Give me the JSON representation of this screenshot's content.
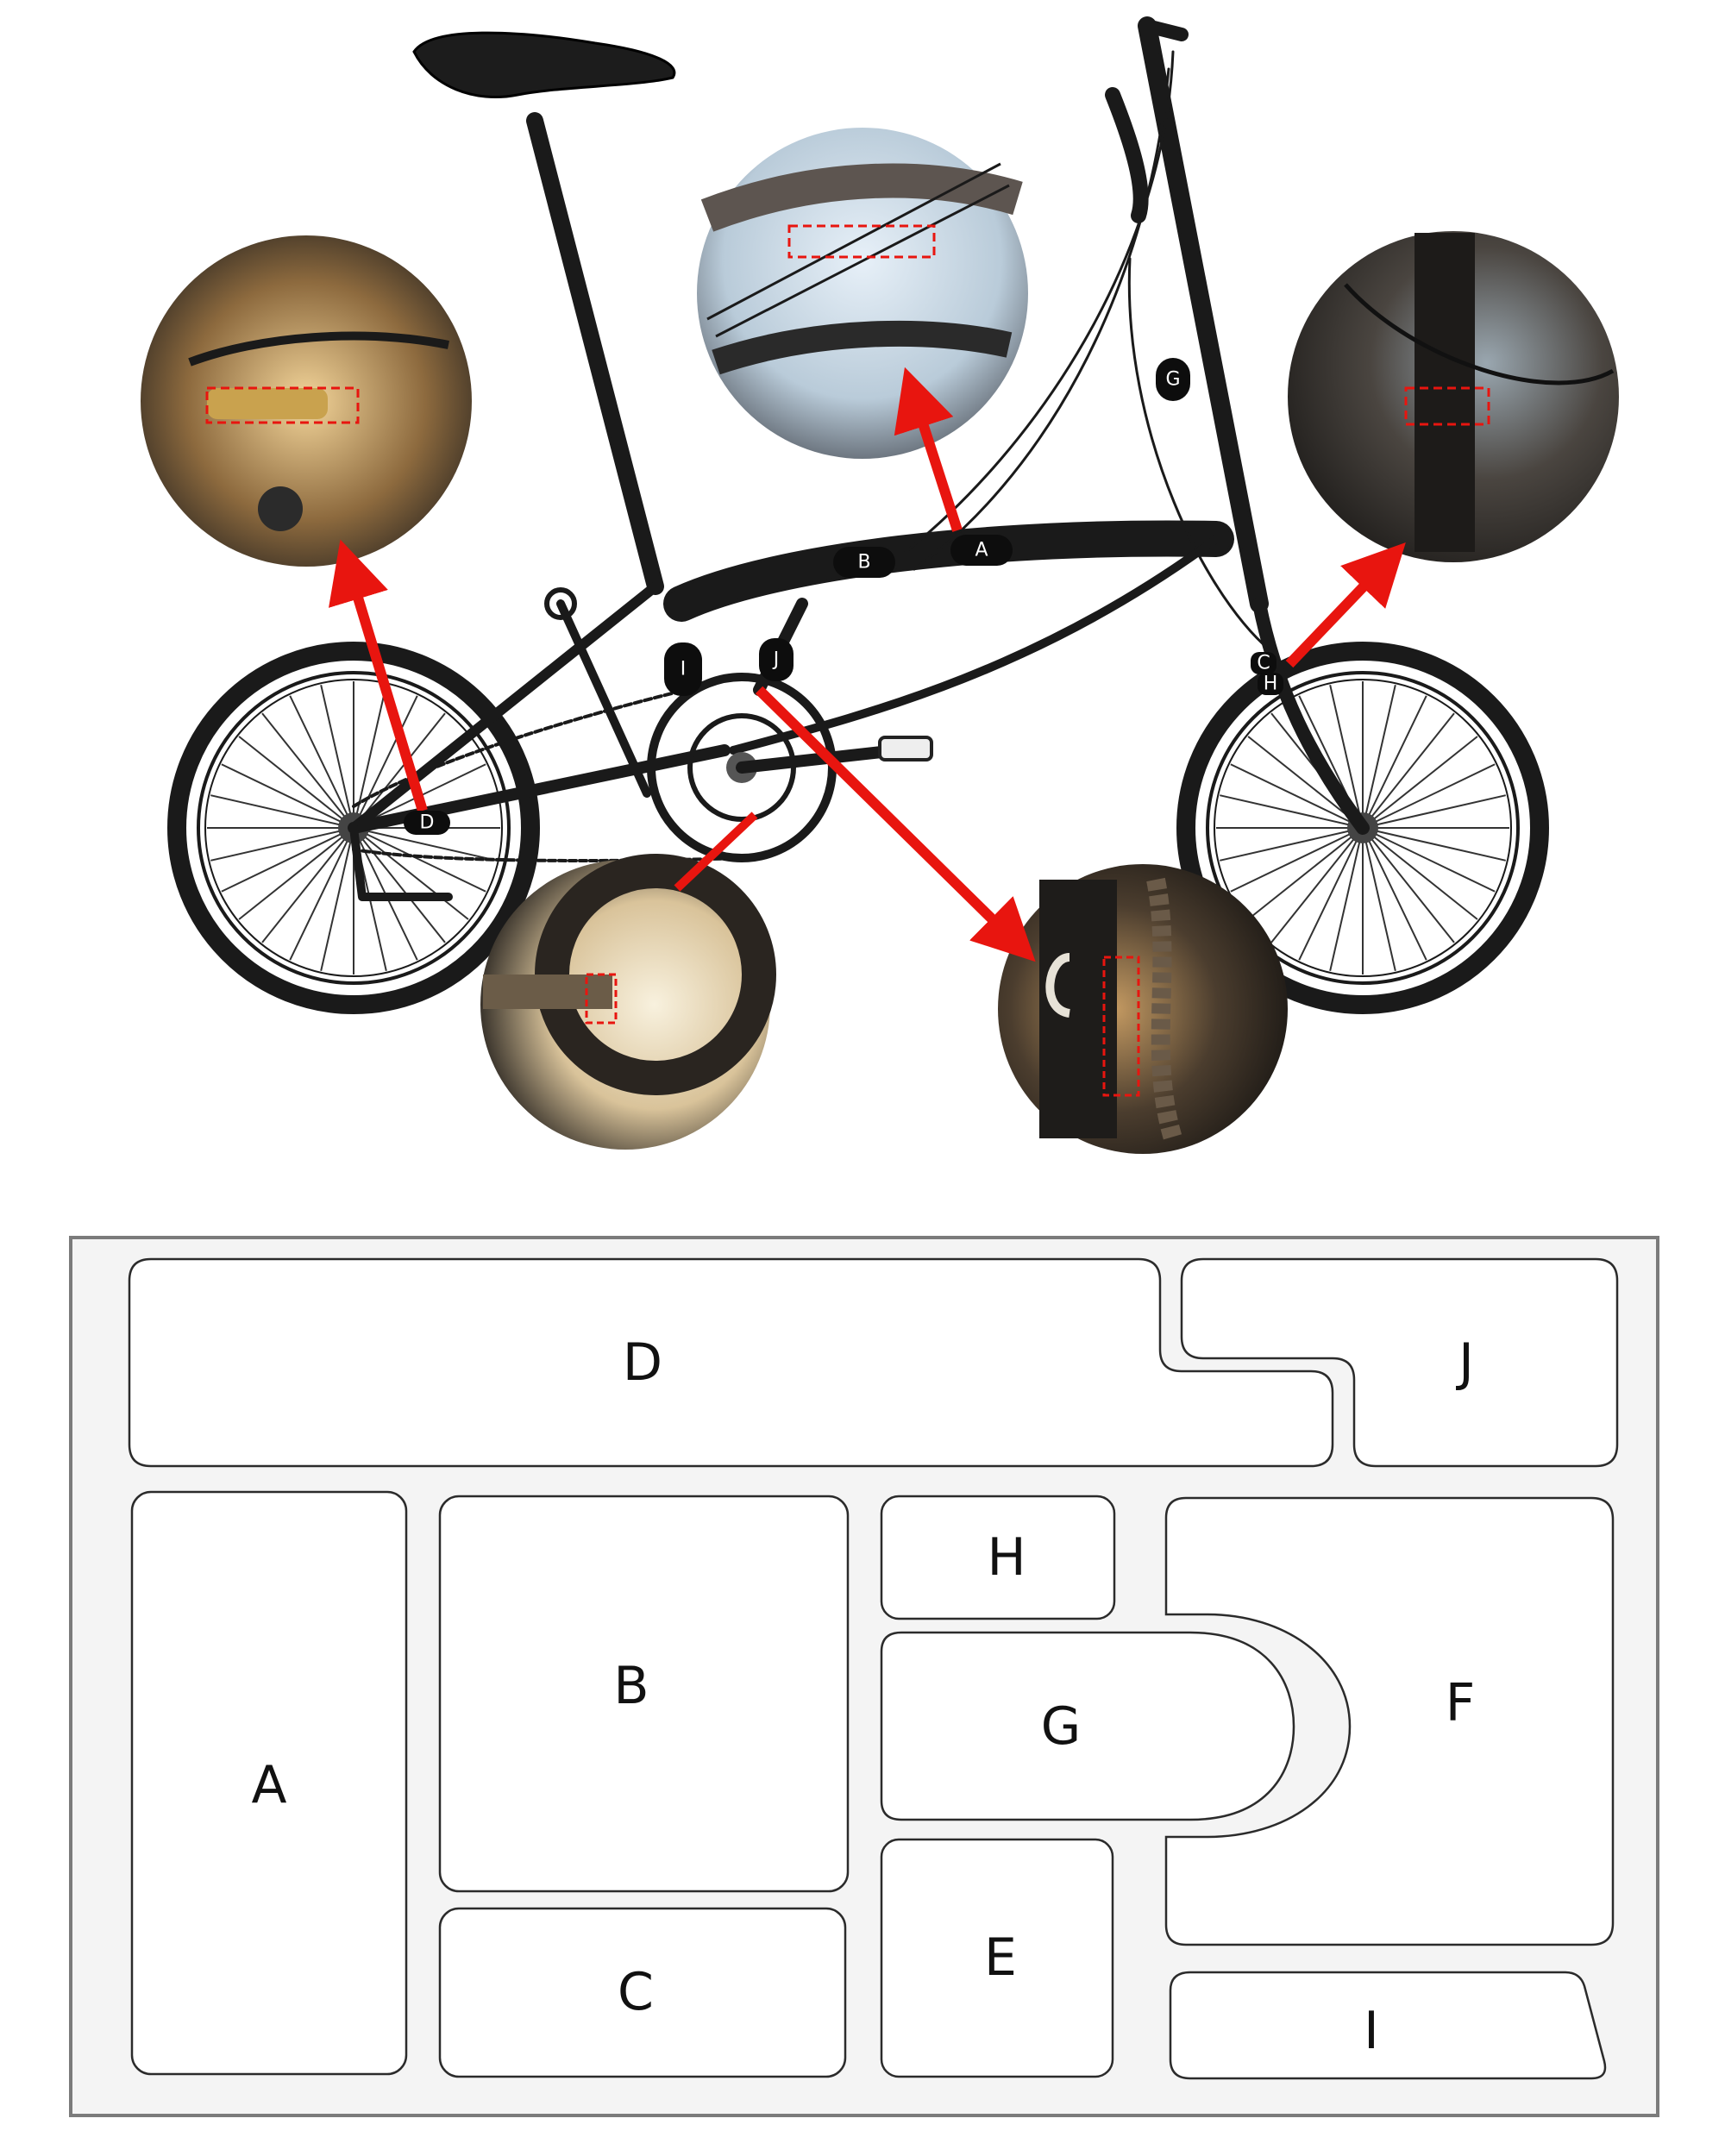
{
  "colors": {
    "arrow": "#e8150f",
    "tag_fill": "#0d0d0d",
    "tag_text": "#ffffff",
    "tray_fill": "#f4f4f4",
    "tray_border": "#7b7b7b",
    "slot_fill": "#ffffff",
    "slot_border": "#2b2b2b"
  },
  "bike_tags": [
    {
      "id": "tag-a",
      "label": "A"
    },
    {
      "id": "tag-b",
      "label": "B"
    },
    {
      "id": "tag-c",
      "label": "C"
    },
    {
      "id": "tag-h",
      "label": "H"
    },
    {
      "id": "tag-d",
      "label": "D"
    },
    {
      "id": "tag-g",
      "label": "G"
    },
    {
      "id": "tag-i",
      "label": "I"
    },
    {
      "id": "tag-j",
      "label": "J"
    }
  ],
  "tray_slots": [
    {
      "id": "slot-d",
      "label": "D"
    },
    {
      "id": "slot-j",
      "label": "J"
    },
    {
      "id": "slot-a",
      "label": "A"
    },
    {
      "id": "slot-b",
      "label": "B"
    },
    {
      "id": "slot-c",
      "label": "C"
    },
    {
      "id": "slot-h",
      "label": "H"
    },
    {
      "id": "slot-g",
      "label": "G"
    },
    {
      "id": "slot-e",
      "label": "E"
    },
    {
      "id": "slot-f",
      "label": "F"
    },
    {
      "id": "slot-i",
      "label": "I"
    }
  ]
}
